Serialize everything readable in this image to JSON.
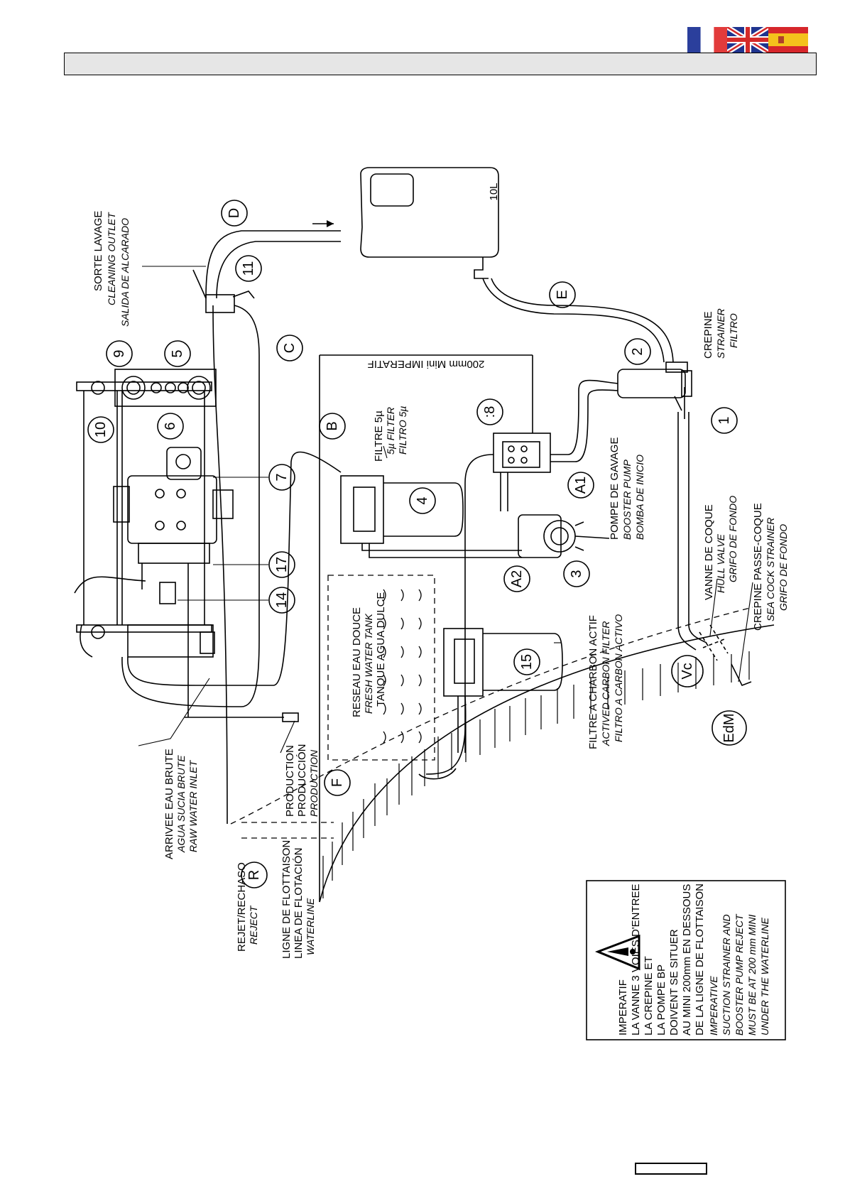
{
  "header": {
    "flags": [
      "flag-fr-icon",
      "flag-uk-icon",
      "flag-es-icon"
    ],
    "bar_color": "#e6e6e6"
  },
  "diagram": {
    "tank_label": "10L",
    "distance_note": "200mm Mini IMPERATIF",
    "callouts": {
      "c1": "1",
      "c2": "2",
      "c3": "3",
      "c4": "4",
      "c5": "5",
      "c6": "6",
      "c7": "7",
      "c8": ":8",
      "c9": "9",
      "c10": "10",
      "c11": "11",
      "c14": "14",
      "c15": "15",
      "c17": "17",
      "cA1": "A1",
      "cA2": "A2",
      "cB": "B",
      "cC": "C",
      "cD": "D",
      "cE": "E",
      "cF": "F",
      "cR": "R",
      "cVc": "Vc",
      "cEdM": "EdM"
    },
    "labels": {
      "cleaning_fr": "SORTE LAVAGE",
      "cleaning_en": "CLEANING OUTLET",
      "cleaning_es": "SALIDA DE ALCARADO",
      "strainer_fr": "CREPINE",
      "strainer_en": "STRAINER",
      "strainer_es": "FILTRO",
      "filter5_fr": "FILTRE 5µ",
      "filter5_en": "5µ FILTER",
      "filter5_es": "FILTRO 5µ",
      "booster_fr": "POMPE DE GAVAGE",
      "booster_en": "BOOSTER PUMP",
      "booster_es": "BOMBA DE INICIO",
      "hullvalve_fr": "VANNE DE COQUE",
      "hullvalve_en": "HULL VALVE",
      "hullvalve_es": "GRIFO DE FONDO",
      "seacock_fr": "CREPINE PASSE-COQUE",
      "seacock_en": "SEA COCK STRAINER",
      "seacock_es": "GRIFO DE FONDO",
      "carbon_fr": "FILTRE A CHARBON ACTIF",
      "carbon_en": "ACTIVED CARBON FILTER",
      "carbon_es": "FILTRO A CARBON ACTIVO",
      "freshtank_fr": "RESEAU EAU DOUCE",
      "freshtank_en": "FRESH WATER TANK",
      "freshtank_es": "TANQUE AGUA DULCE",
      "rawinlet_fr": "ARRIVEE EAU BRUTE",
      "rawinlet_es": "AGUA SUCIA BRUTE",
      "rawinlet_en": "RAW WATER INLET",
      "production_fr": "PRODUCTION",
      "production_es": "PRODUCCIÓN",
      "production_en": "PRODUCTION",
      "reject_fr": "REJET/RECHASO",
      "reject_en": "REJECT",
      "waterline_fr": "LIGNE DE FLOTTAISON",
      "waterline_es": "LINEA DE FLOTACIÓN",
      "waterline_en": "WATERLINE"
    },
    "warning": {
      "lines": [
        "IMPERATIF",
        "LA VANNE 3 VOIES D'ENTREE",
        "LA CREPINE ET",
        "LA POMPE BP",
        "DOIVENT SE SITUER",
        "AU MINI 200mm EN DESSOUS",
        "DE LA LIGNE DE FLOTTAISON",
        "IMPERATIVE",
        "SUCTION STRAINER AND",
        "BOOSTER PUMP REJECT",
        "MUST BE AT 200 mm MINI",
        "UNDER THE WATERLINE"
      ]
    }
  }
}
